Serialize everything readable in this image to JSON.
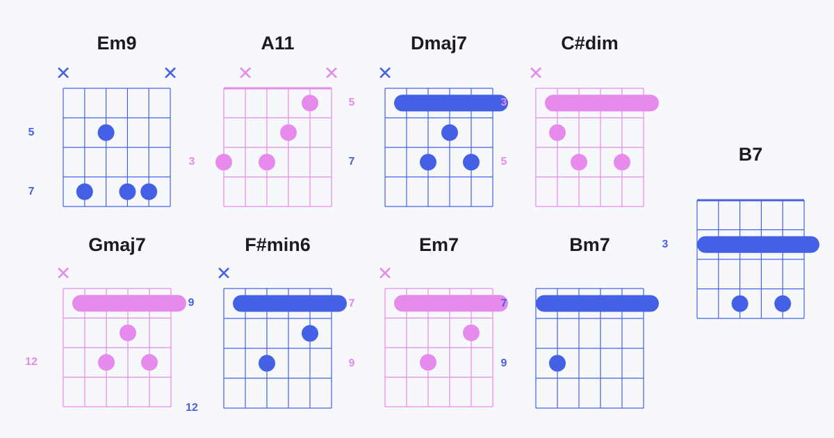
{
  "colors": {
    "blue": "#4460e4",
    "pink": "#e68aeb",
    "text": "#1b1c22",
    "background": "#f7f8fb"
  },
  "chords": [
    {
      "name": "Em9",
      "color": "blue",
      "frets": 4,
      "nut": false,
      "mutes": [
        1,
        6
      ],
      "fret_labels": [
        {
          "text": "5",
          "row": 1,
          "side": "left"
        },
        {
          "text": "7",
          "row": 3,
          "side": "left"
        }
      ],
      "barre": null,
      "dots": [
        {
          "string": 3,
          "row": 1
        },
        {
          "string": 2,
          "row": 3
        },
        {
          "string": 4,
          "row": 3
        },
        {
          "string": 5,
          "row": 3
        }
      ]
    },
    {
      "name": "A11",
      "color": "pink",
      "frets": 4,
      "nut": true,
      "mutes": [
        2,
        6
      ],
      "fret_labels": [
        {
          "text": "3",
          "row": 2,
          "side": "left"
        },
        {
          "text": "5",
          "row": 0,
          "side": "right"
        },
        {
          "text": "7",
          "row": 2,
          "side": "right",
          "color": "blue"
        }
      ],
      "barre": null,
      "dots": [
        {
          "string": 5,
          "row": 0
        },
        {
          "string": 4,
          "row": 1
        },
        {
          "string": 1,
          "row": 2
        },
        {
          "string": 3,
          "row": 2
        }
      ]
    },
    {
      "name": "Dmaj7",
      "color": "blue",
      "frets": 4,
      "nut": false,
      "mutes": [
        1
      ],
      "fret_labels": [],
      "barre": {
        "row": 0,
        "from": 2,
        "to": 6
      },
      "dots": [
        {
          "string": 4,
          "row": 1
        },
        {
          "string": 3,
          "row": 2
        },
        {
          "string": 5,
          "row": 2
        }
      ]
    },
    {
      "name": "C#dim",
      "color": "pink",
      "frets": 4,
      "nut": false,
      "mutes": [
        1
      ],
      "fret_labels": [
        {
          "text": "3",
          "row": 0,
          "side": "left"
        },
        {
          "text": "5",
          "row": 2,
          "side": "left"
        }
      ],
      "barre": {
        "row": 0,
        "from": 2,
        "to": 6
      },
      "dots": [
        {
          "string": 2,
          "row": 1
        },
        {
          "string": 3,
          "row": 2
        },
        {
          "string": 5,
          "row": 2
        }
      ]
    },
    {
      "name": "B7",
      "color": "blue",
      "frets": 4,
      "nut": true,
      "mutes": [],
      "fret_labels": [
        {
          "text": "3",
          "row": 1,
          "side": "left"
        }
      ],
      "barre": {
        "row": 1,
        "from": 1,
        "to": 6
      },
      "dots": [
        {
          "string": 3,
          "row": 3
        },
        {
          "string": 5,
          "row": 3
        }
      ]
    },
    {
      "name": "Gmaj7",
      "color": "pink",
      "frets": 4,
      "nut": false,
      "mutes": [
        1
      ],
      "fret_labels": [
        {
          "text": "12",
          "row": 2,
          "side": "left"
        },
        {
          "text": "9",
          "row": 0,
          "side": "right",
          "color": "blue"
        }
      ],
      "barre": {
        "row": 0,
        "from": 2,
        "to": 6
      },
      "dots": [
        {
          "string": 4,
          "row": 1
        },
        {
          "string": 3,
          "row": 2
        },
        {
          "string": 5,
          "row": 2
        }
      ]
    },
    {
      "name": "F#min6",
      "color": "blue",
      "frets": 4,
      "nut": false,
      "mutes": [
        1
      ],
      "fret_labels": [
        {
          "text": "12",
          "row": 3.5,
          "side": "left"
        },
        {
          "text": "7",
          "row": 0,
          "side": "right",
          "color": "pink"
        },
        {
          "text": "9",
          "row": 2,
          "side": "right",
          "color": "pink"
        }
      ],
      "barre": {
        "row": 0,
        "from": 2,
        "to": 6
      },
      "dots": [
        {
          "string": 5,
          "row": 1
        },
        {
          "string": 3,
          "row": 2
        }
      ]
    },
    {
      "name": "Em7",
      "color": "pink",
      "frets": 4,
      "nut": false,
      "mutes": [
        1
      ],
      "fret_labels": [],
      "barre": {
        "row": 0,
        "from": 2,
        "to": 6
      },
      "dots": [
        {
          "string": 5,
          "row": 1
        },
        {
          "string": 3,
          "row": 2
        }
      ]
    },
    {
      "name": "Bm7",
      "color": "blue",
      "frets": 4,
      "nut": false,
      "mutes": [],
      "fret_labels": [
        {
          "text": "7",
          "row": 0,
          "side": "left"
        },
        {
          "text": "9",
          "row": 2,
          "side": "left"
        }
      ],
      "barre": {
        "row": 0,
        "from": 1,
        "to": 6
      },
      "dots": [
        {
          "string": 2,
          "row": 2
        }
      ]
    }
  ]
}
